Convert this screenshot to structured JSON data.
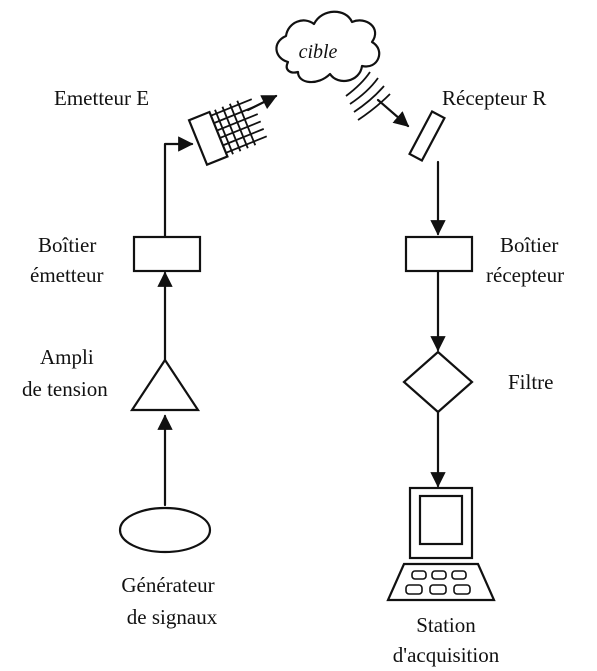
{
  "target": {
    "label": "cible"
  },
  "emitter_chain": {
    "emitter": "Emetteur E",
    "box_line1": "Boîtier",
    "box_line2": "émetteur",
    "amp_line1": "Ampli",
    "amp_line2": "de tension",
    "generator_line1": "Générateur",
    "generator_line2": "de signaux"
  },
  "receiver_chain": {
    "receiver": "Récepteur R",
    "box_line1": "Boîtier",
    "box_line2": "récepteur",
    "filter": "Filtre",
    "station_line1": "Station",
    "station_line2": "d'acquisition"
  }
}
